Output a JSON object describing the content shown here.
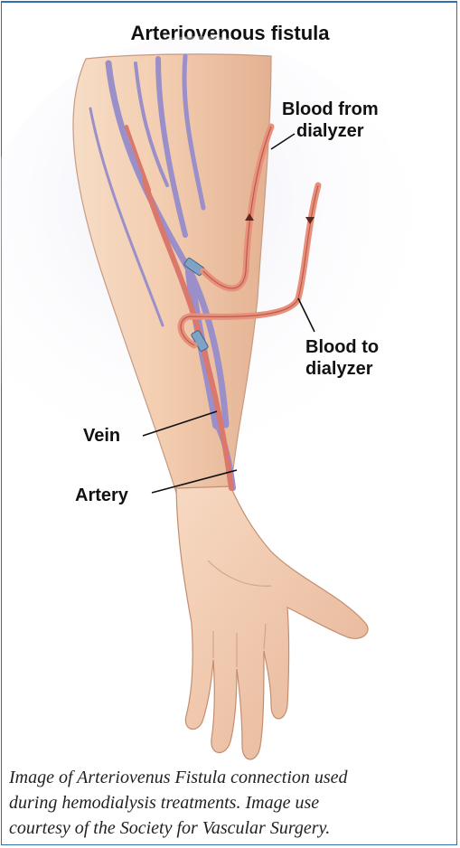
{
  "title": "Arteriovenous fistula",
  "labels": {
    "blood_from": [
      "Blood from",
      "dialyzer"
    ],
    "blood_to": [
      "Blood to",
      "dialyzer"
    ],
    "vein": "Vein",
    "artery": "Artery"
  },
  "caption": [
    "Image of Arteriovenus Fistula connection used",
    "during hemodialysis treatments. Image use",
    "courtesy of the Society for Vascular Surgery."
  ],
  "colors": {
    "frame": "#2e6fb3",
    "skin": "#f2c9a8",
    "skin_shadow": "#d9a184",
    "vein": "#9a8fc9",
    "artery": "#d9786b",
    "tube": "#e8907c"
  }
}
